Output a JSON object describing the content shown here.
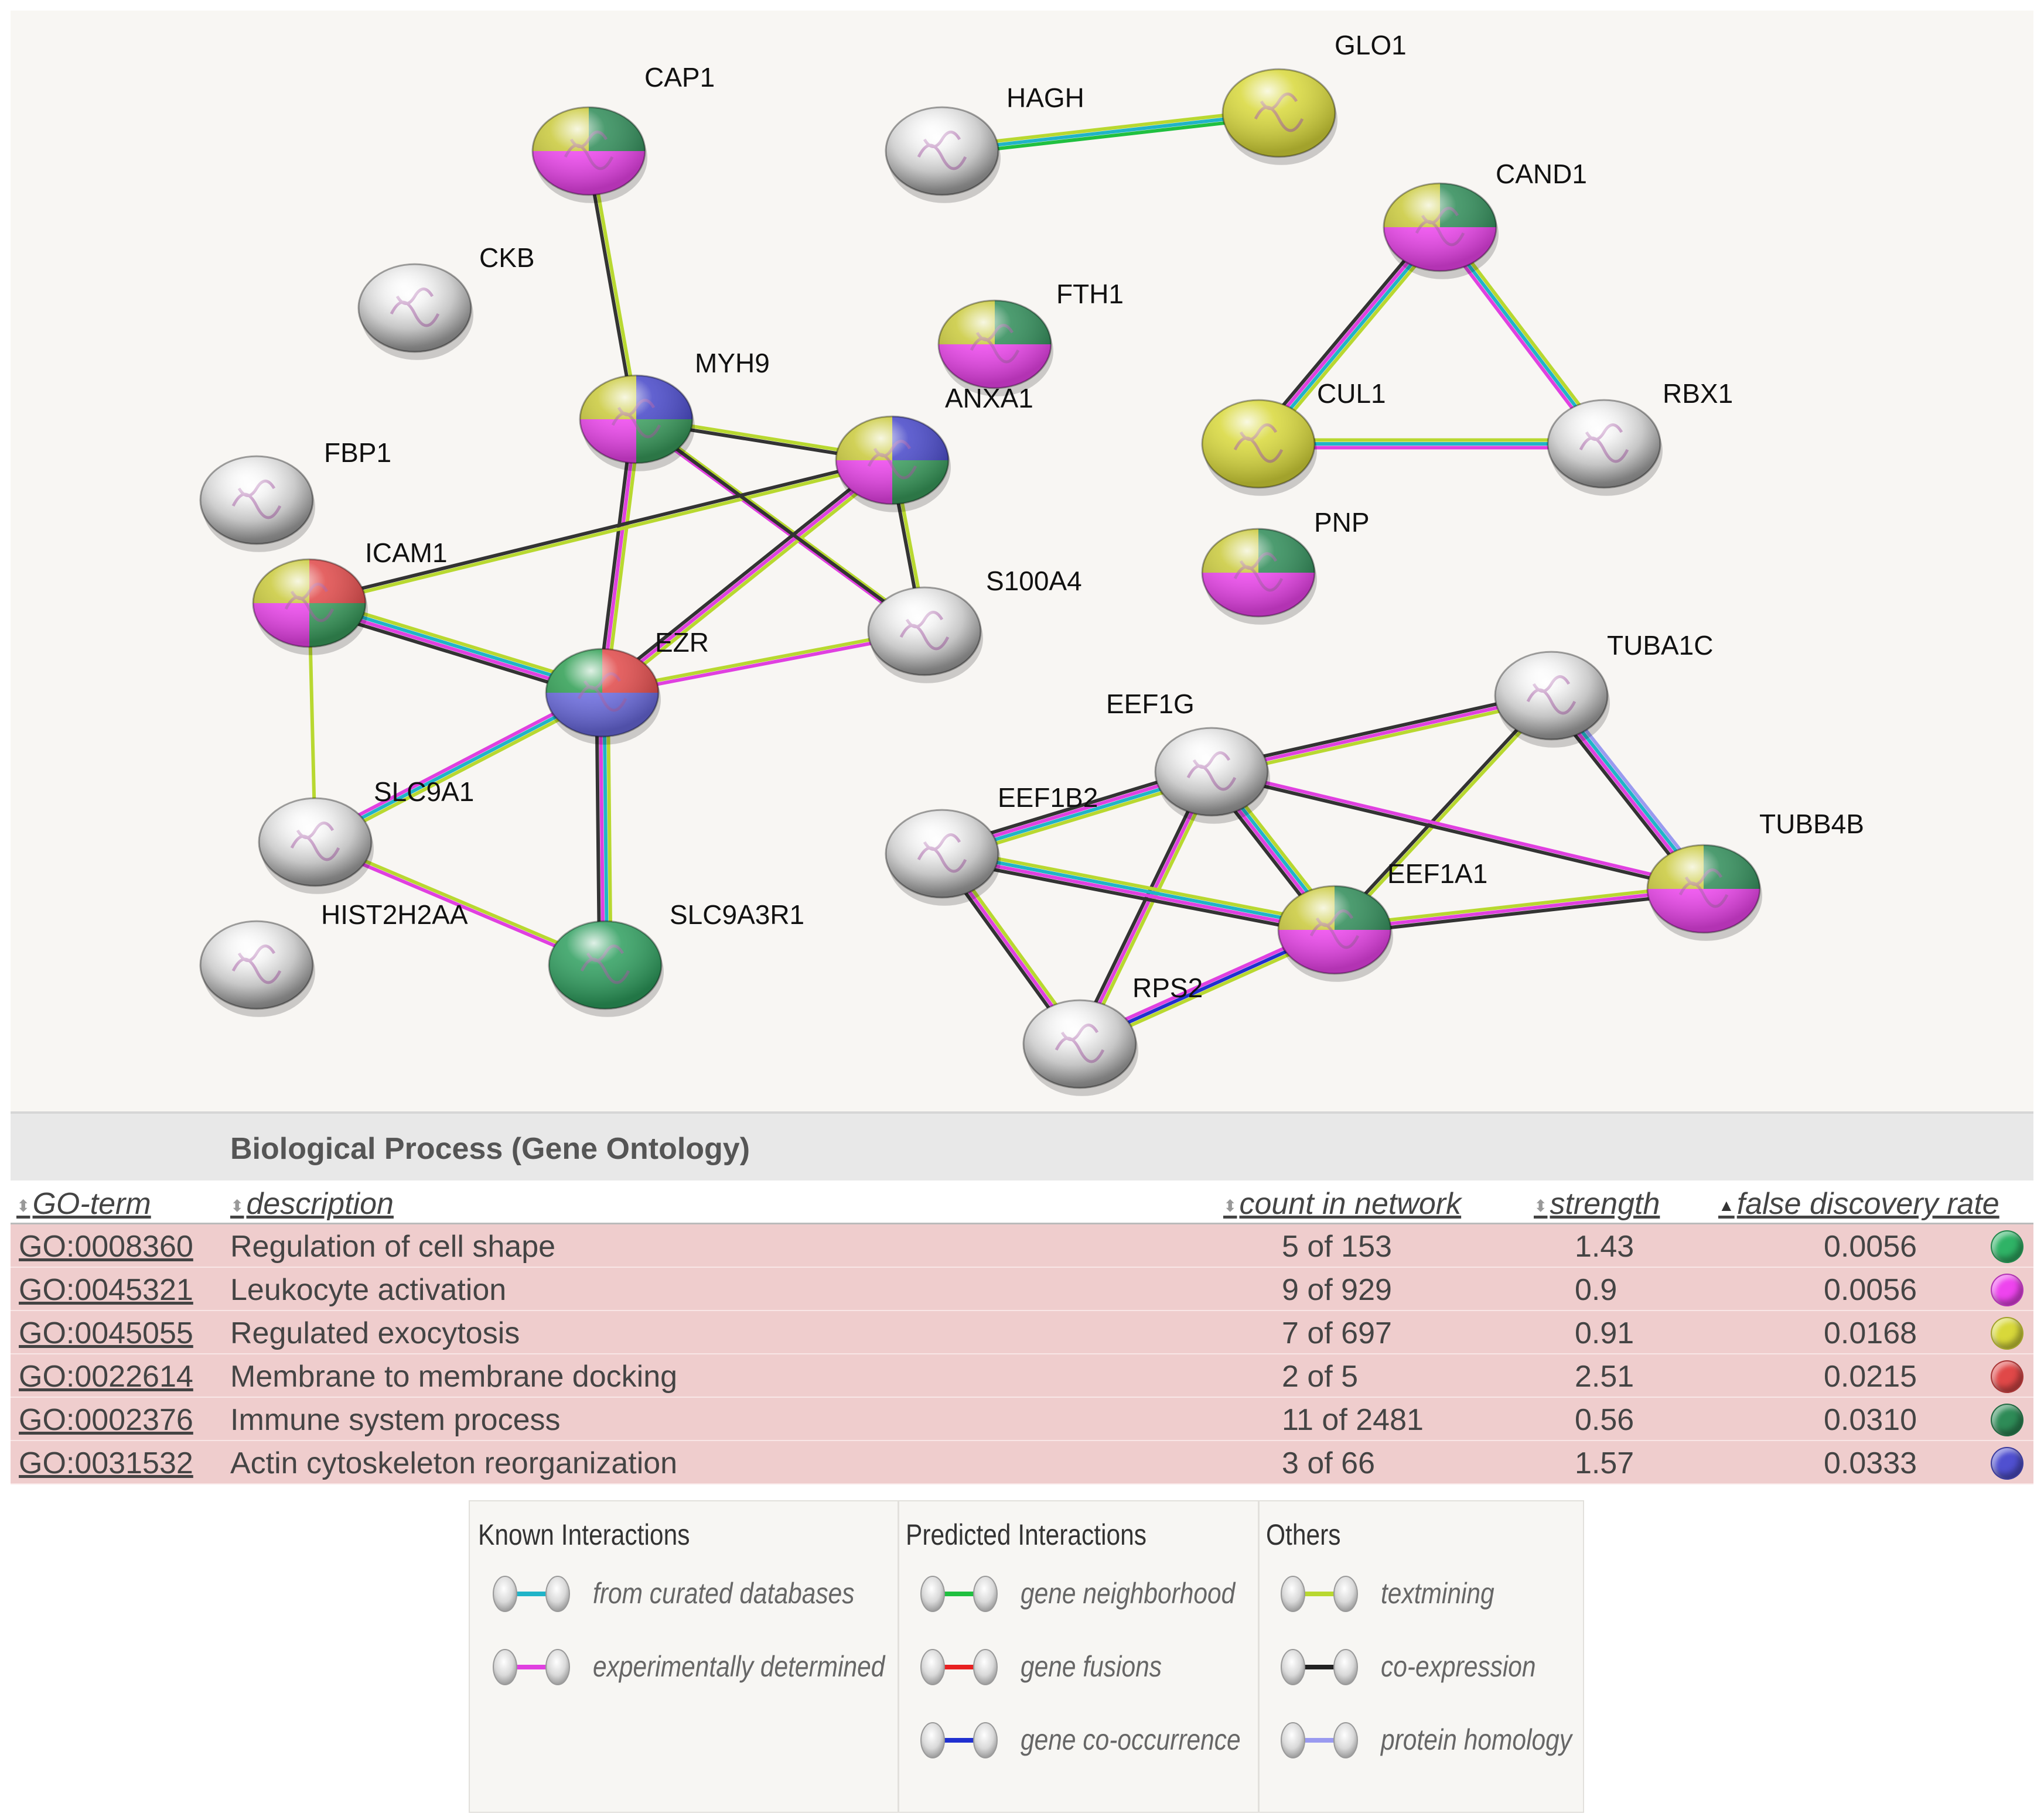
{
  "network": {
    "nodes": [
      {
        "id": "CAP1",
        "label": "CAP1",
        "colors": [
          "#c9c93a",
          "#2e8b57",
          "#ee44ee"
        ],
        "kind": "pie3"
      },
      {
        "id": "CKB",
        "label": "CKB",
        "colors": [
          "#d8d8d8"
        ],
        "kind": "plain"
      },
      {
        "id": "MYH9",
        "label": "MYH9",
        "colors": [
          "#c9c93a",
          "#4646c8",
          "#3a9e5e",
          "#ee44ee"
        ],
        "kind": "pie4"
      },
      {
        "id": "FBP1",
        "label": "FBP1",
        "colors": [
          "#d8d8d8"
        ],
        "kind": "plain"
      },
      {
        "id": "ICAM1",
        "label": "ICAM1",
        "colors": [
          "#c9c93a",
          "#e04848",
          "#3a9e5e",
          "#ee44ee"
        ],
        "kind": "pie4"
      },
      {
        "id": "EZR",
        "label": "EZR",
        "colors": [
          "#2e9e52",
          "#e04848",
          "#6a6ae0"
        ],
        "kind": "pie3"
      },
      {
        "id": "ANXA1",
        "label": "ANXA1",
        "colors": [
          "#c9c93a",
          "#4646c8",
          "#3a9e5e",
          "#ee44ee"
        ],
        "kind": "pie4"
      },
      {
        "id": "S100A4",
        "label": "S100A4",
        "colors": [
          "#d8d8d8"
        ],
        "kind": "plain"
      },
      {
        "id": "SLC9A1",
        "label": "SLC9A1",
        "colors": [
          "#d8d8d8"
        ],
        "kind": "plain"
      },
      {
        "id": "HIST2H2AA",
        "label": "HIST2H2AA",
        "colors": [
          "#d8d8d8"
        ],
        "kind": "plain"
      },
      {
        "id": "SLC9A3R1",
        "label": "SLC9A3R1",
        "colors": [
          "#2e9e5e"
        ],
        "kind": "plain"
      },
      {
        "id": "HAGH",
        "label": "HAGH",
        "colors": [
          "#d8d8d8"
        ],
        "kind": "plain"
      },
      {
        "id": "GLO1",
        "label": "GLO1",
        "colors": [
          "#d8d83a"
        ],
        "kind": "plain"
      },
      {
        "id": "FTH1",
        "label": "FTH1",
        "colors": [
          "#c9c93a",
          "#2e8b57",
          "#ee44ee"
        ],
        "kind": "pie3"
      },
      {
        "id": "CAND1",
        "label": "CAND1",
        "colors": [
          "#c9c93a",
          "#2e8b57",
          "#ee44ee"
        ],
        "kind": "pie3"
      },
      {
        "id": "CUL1",
        "label": "CUL1",
        "colors": [
          "#d8d83a"
        ],
        "kind": "plain"
      },
      {
        "id": "RBX1",
        "label": "RBX1",
        "colors": [
          "#d8d8d8"
        ],
        "kind": "plain"
      },
      {
        "id": "PNP",
        "label": "PNP",
        "colors": [
          "#c9c93a",
          "#2e8b57",
          "#ee44ee"
        ],
        "kind": "pie3"
      },
      {
        "id": "TUBA1C",
        "label": "TUBA1C",
        "colors": [
          "#d8d8d8"
        ],
        "kind": "plain"
      },
      {
        "id": "EEF1G",
        "label": "EEF1G",
        "colors": [
          "#d8d8d8"
        ],
        "kind": "plain"
      },
      {
        "id": "EEF1B2",
        "label": "EEF1B2",
        "colors": [
          "#d8d8d8"
        ],
        "kind": "plain"
      },
      {
        "id": "EEF1A1",
        "label": "EEF1A1",
        "colors": [
          "#c9c93a",
          "#2e8b57",
          "#ee44ee"
        ],
        "kind": "pie3"
      },
      {
        "id": "TUBB4B",
        "label": "TUBB4B",
        "colors": [
          "#c9c93a",
          "#2e8b57",
          "#ee44ee"
        ],
        "kind": "pie3"
      },
      {
        "id": "RPS2",
        "label": "RPS2",
        "colors": [
          "#d8d8d8"
        ],
        "kind": "plain"
      }
    ],
    "edges": [
      {
        "from": "CAP1",
        "to": "MYH9",
        "types": [
          "textmining",
          "coexpression"
        ]
      },
      {
        "from": "MYH9",
        "to": "ANXA1",
        "types": [
          "textmining",
          "coexpression"
        ]
      },
      {
        "from": "MYH9",
        "to": "EZR",
        "types": [
          "textmining",
          "experimental",
          "coexpression"
        ]
      },
      {
        "from": "MYH9",
        "to": "S100A4",
        "types": [
          "textmining",
          "experimental"
        ]
      },
      {
        "from": "ANXA1",
        "to": "EZR",
        "types": [
          "textmining",
          "experimental",
          "coexpression"
        ]
      },
      {
        "from": "ANXA1",
        "to": "S100A4",
        "types": [
          "textmining",
          "coexpression"
        ]
      },
      {
        "from": "ANXA1",
        "to": "ICAM1",
        "types": [
          "textmining",
          "coexpression"
        ]
      },
      {
        "from": "MYH9",
        "to": "S100A4",
        "types": [
          "coexpression"
        ]
      },
      {
        "from": "ICAM1",
        "to": "EZR",
        "types": [
          "textmining",
          "curated",
          "experimental",
          "coexpression"
        ]
      },
      {
        "from": "ICAM1",
        "to": "SLC9A1",
        "types": [
          "textmining"
        ]
      },
      {
        "from": "EZR",
        "to": "S100A4",
        "types": [
          "textmining",
          "experimental"
        ]
      },
      {
        "from": "EZR",
        "to": "SLC9A1",
        "types": [
          "textmining",
          "curated",
          "experimental"
        ]
      },
      {
        "from": "EZR",
        "to": "SLC9A3R1",
        "types": [
          "textmining",
          "curated",
          "experimental",
          "coexpression"
        ]
      },
      {
        "from": "SLC9A1",
        "to": "SLC9A3R1",
        "types": [
          "textmining",
          "experimental"
        ]
      },
      {
        "from": "HAGH",
        "to": "GLO1",
        "types": [
          "textmining",
          "curated",
          "neighborhood"
        ]
      },
      {
        "from": "CAND1",
        "to": "CUL1",
        "types": [
          "textmining",
          "curated",
          "experimental",
          "coexpression"
        ]
      },
      {
        "from": "CAND1",
        "to": "RBX1",
        "types": [
          "textmining",
          "curated",
          "experimental"
        ]
      },
      {
        "from": "CUL1",
        "to": "RBX1",
        "types": [
          "textmining",
          "curated",
          "experimental"
        ]
      },
      {
        "from": "TUBA1C",
        "to": "EEF1G",
        "types": [
          "textmining",
          "experimental",
          "coexpression"
        ]
      },
      {
        "from": "TUBA1C",
        "to": "TUBB4B",
        "types": [
          "homology",
          "curated",
          "experimental",
          "coexpression"
        ]
      },
      {
        "from": "TUBA1C",
        "to": "EEF1A1",
        "types": [
          "textmining",
          "coexpression"
        ]
      },
      {
        "from": "EEF1G",
        "to": "EEF1B2",
        "types": [
          "textmining",
          "curated",
          "experimental",
          "coexpression"
        ]
      },
      {
        "from": "EEF1G",
        "to": "EEF1A1",
        "types": [
          "textmining",
          "curated",
          "experimental",
          "coexpression"
        ]
      },
      {
        "from": "EEF1G",
        "to": "TUBB4B",
        "types": [
          "experimental",
          "coexpression"
        ]
      },
      {
        "from": "EEF1G",
        "to": "RPS2",
        "types": [
          "textmining",
          "experimental",
          "coexpression"
        ]
      },
      {
        "from": "EEF1B2",
        "to": "EEF1A1",
        "types": [
          "textmining",
          "curated",
          "experimental",
          "coexpression"
        ]
      },
      {
        "from": "EEF1B2",
        "to": "RPS2",
        "types": [
          "textmining",
          "experimental",
          "coexpression"
        ]
      },
      {
        "from": "EEF1A1",
        "to": "TUBB4B",
        "types": [
          "textmining",
          "experimental",
          "coexpression"
        ]
      },
      {
        "from": "EEF1A1",
        "to": "RPS2",
        "types": [
          "textmining",
          "cooccurrence",
          "experimental"
        ]
      }
    ]
  },
  "go": {
    "header": "Biological Process (Gene Ontology)",
    "columns": {
      "term": "GO-term",
      "description": "description",
      "count": "count in network",
      "strength": "strength",
      "fdr": "false discovery rate"
    },
    "rows": [
      {
        "term": "GO:0008360",
        "description": "Regulation of cell shape",
        "count": "5 of 153",
        "strength": "1.43",
        "fdr": "0.0056",
        "color": "#2fb366"
      },
      {
        "term": "GO:0045321",
        "description": "Leukocyte activation",
        "count": "9 of 929",
        "strength": "0.9",
        "fdr": "0.0056",
        "color": "#ee44ee"
      },
      {
        "term": "GO:0045055",
        "description": "Regulated exocytosis",
        "count": "7 of 697",
        "strength": "0.91",
        "fdr": "0.0168",
        "color": "#d8d83a"
      },
      {
        "term": "GO:0022614",
        "description": "Membrane to membrane docking",
        "count": "2 of 5",
        "strength": "2.51",
        "fdr": "0.0215",
        "color": "#e04848"
      },
      {
        "term": "GO:0002376",
        "description": "Immune system process",
        "count": "11 of 2481",
        "strength": "0.56",
        "fdr": "0.0310",
        "color": "#2e8b57"
      },
      {
        "term": "GO:0031532",
        "description": "Actin cytoskeleton reorganization",
        "count": "3 of 66",
        "strength": "1.57",
        "fdr": "0.0333",
        "color": "#5050d0"
      }
    ]
  },
  "legend": {
    "groups": [
      {
        "title": "Known Interactions",
        "items": [
          {
            "label": "from curated databases",
            "color": "#20b4c8"
          },
          {
            "label": "experimentally determined",
            "color": "#e040e0"
          }
        ]
      },
      {
        "title": "Predicted Interactions",
        "items": [
          {
            "label": "gene neighborhood",
            "color": "#20c040"
          },
          {
            "label": "gene fusions",
            "color": "#e82020"
          },
          {
            "label": "gene co-occurrence",
            "color": "#2030d0"
          }
        ]
      },
      {
        "title": "Others",
        "items": [
          {
            "label": "textmining",
            "color": "#b8d830"
          },
          {
            "label": "co-expression",
            "color": "#222222"
          },
          {
            "label": "protein homology",
            "color": "#9a9af0"
          }
        ]
      }
    ]
  },
  "edge_colors": {
    "curated": "#20b4c8",
    "experimental": "#e040e0",
    "neighborhood": "#20c040",
    "fusion": "#e82020",
    "cooccurrence": "#2030d0",
    "textmining": "#b8d830",
    "coexpression": "#333333",
    "homology": "#9a9af0"
  }
}
